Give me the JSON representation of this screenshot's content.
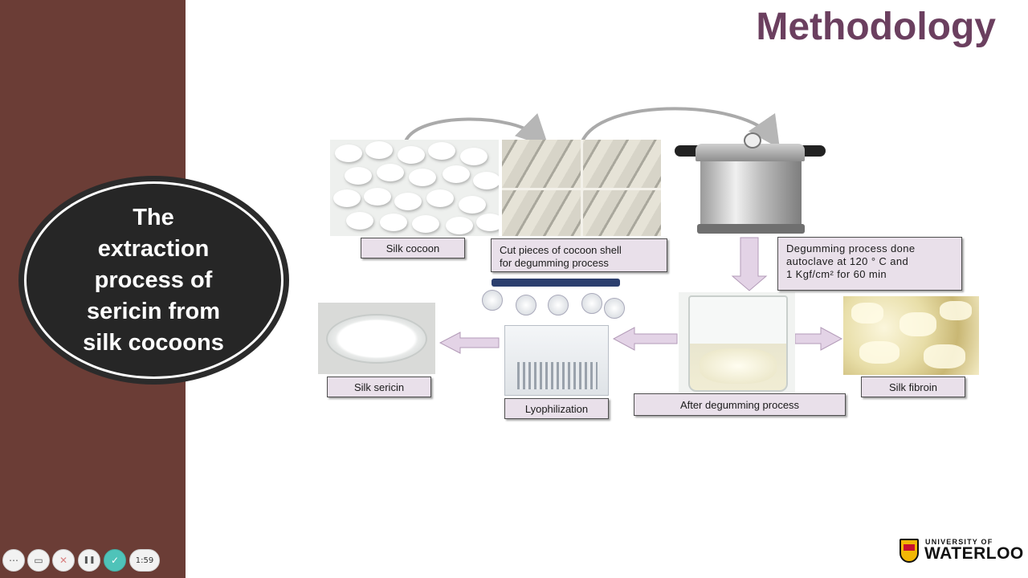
{
  "slide": {
    "title": "Methodology",
    "oval_lines": [
      "The",
      "extraction",
      "process of",
      "sericin from",
      "silk cocoons"
    ]
  },
  "labels": {
    "silk_cocoon": "Silk cocoon",
    "cut_pieces": [
      "Cut pieces of cocoon shell",
      "for degumming process"
    ],
    "degumming": [
      "Degumming process done",
      "autoclave at 120 ° C and",
      "1 Kgf/cm² for 60 min"
    ],
    "silk_sericin": "Silk sericin",
    "lyophilization": "Lyophilization",
    "after_degumming": "After degumming process",
    "silk_fibroin": "Silk fibroin"
  },
  "logo": {
    "line1": "UNIVERSITY OF",
    "line2": "WATERLOO"
  },
  "recorder": {
    "timer": "1:59",
    "menu_glyph": "⋯",
    "camera_glyph": "▭",
    "close_glyph": "✕",
    "pause_glyph": "❚❚",
    "check_glyph": "✓"
  },
  "colors": {
    "sidebar": "#6b3d36",
    "title": "#6b3f5f",
    "label_bg": "#e9e0ea",
    "arrow_fill": "#e3d3e6",
    "arrow_stroke": "#b39bb8"
  }
}
